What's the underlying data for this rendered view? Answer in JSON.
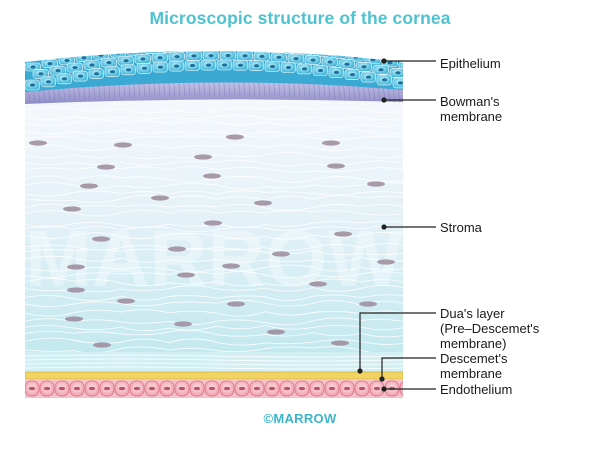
{
  "title": "Microscopic structure of the cornea",
  "watermark": "MARROW",
  "credit": "©MARROW",
  "labels": {
    "epithelium": "Epithelium",
    "bowman_line1": "Bowman's",
    "bowman_line2": "membrane",
    "stroma": "Stroma",
    "dua_line1": "Dua's layer",
    "dua_line2": "(Pre–Descemet's",
    "dua_line3": "membrane)",
    "descemet_line1": "Descemet's",
    "descemet_line2": "membrane",
    "endothelium": "Endothelium"
  },
  "colors": {
    "title": "#4ec3cf",
    "epithelium": "#57c8e6",
    "bowman": "#a9a9db",
    "stroma_top": "#f4f8fd",
    "stroma_bottom": "#bfe8ee",
    "keratocyte": "#9a8b98",
    "descemet": "#f0d060",
    "endothelium": "#f2a8b4"
  }
}
